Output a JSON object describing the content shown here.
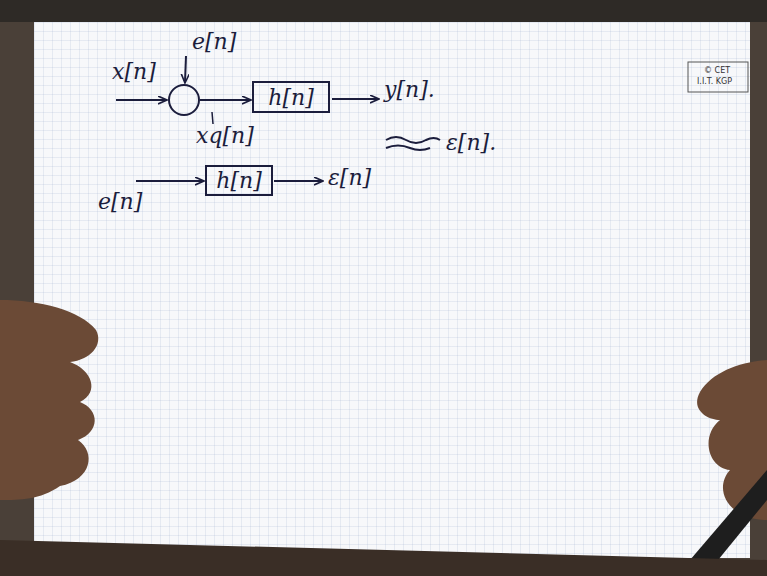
{
  "diagram": {
    "nodes": [
      {
        "text": [
          "h[n]"
        ]
      },
      {
        "text": [
          "h[n]"
        ]
      }
    ],
    "labels": [
      "x[n]",
      "e[n]",
      "xq[n]",
      "y[n].",
      "ε[n].",
      "e[n]",
      "ε[n]",
      "© CET",
      "I.I.T. KGP"
    ]
  }
}
